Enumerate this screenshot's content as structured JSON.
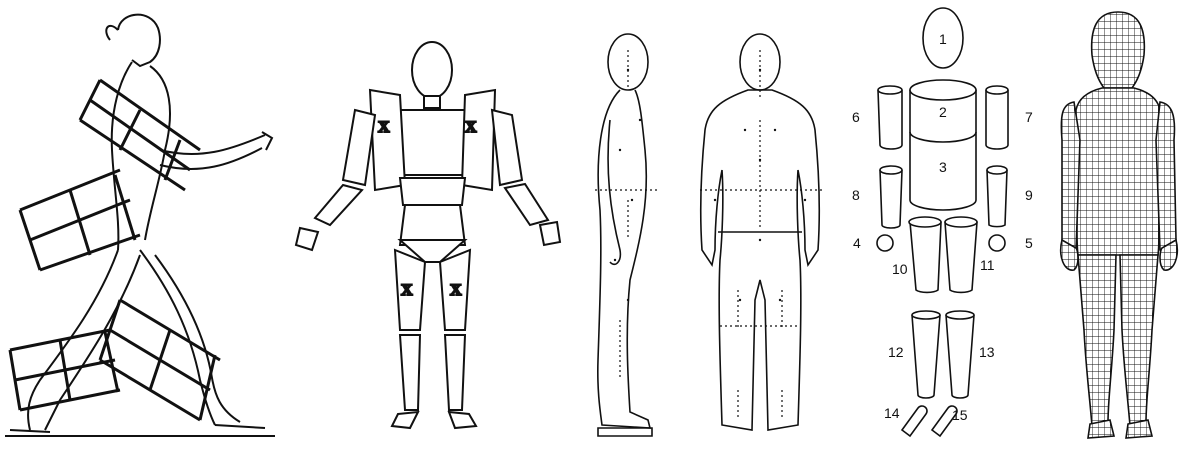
{
  "panels": [
    {
      "id": "walking-linkage",
      "caption": ""
    },
    {
      "id": "segmented-mannequin",
      "caption": ""
    },
    {
      "id": "anthropometric-landmarks",
      "caption": ""
    },
    {
      "id": "geometric-segment-model",
      "caption": ""
    },
    {
      "id": "mesh-body-model",
      "caption": ""
    }
  ],
  "segment_model": {
    "labels": [
      "1",
      "2",
      "3",
      "4",
      "5",
      "6",
      "7",
      "8",
      "9",
      "10",
      "11",
      "12",
      "13",
      "14",
      "15"
    ]
  },
  "mannequin_markers": [
    "X",
    "X",
    "X",
    "X"
  ],
  "colors": {
    "ink": "#111111",
    "background": "#ffffff"
  }
}
